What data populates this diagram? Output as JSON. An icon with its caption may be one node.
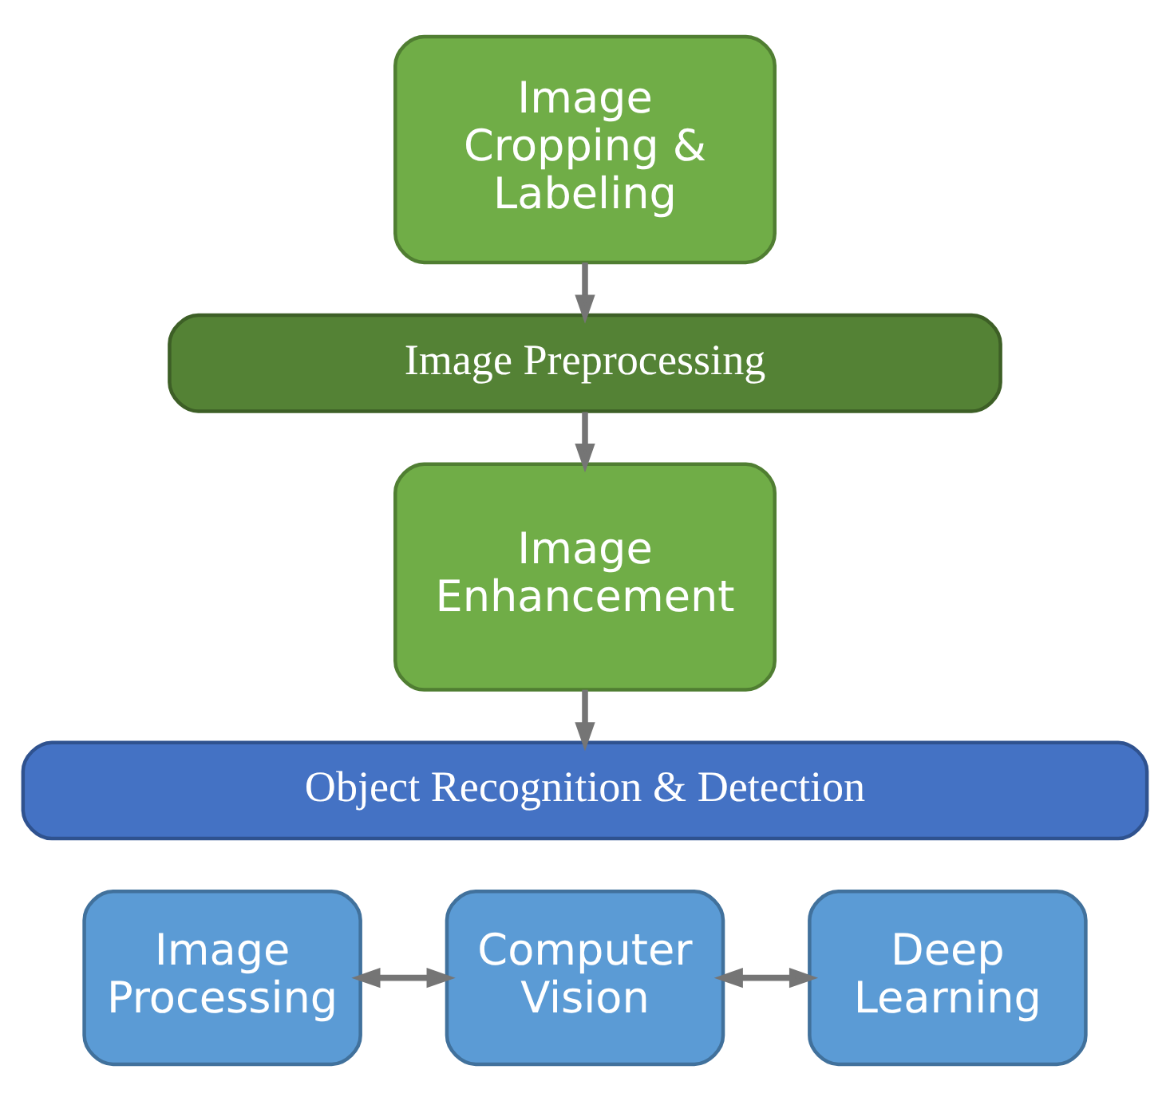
{
  "diagram": {
    "nodes": [
      {
        "text": [
          "Image Cropping & Labeling"
        ]
      },
      {
        "text": [
          "Image Preprocessing"
        ]
      },
      {
        "text": [
          "Image Enhancement"
        ]
      },
      {
        "text": [
          "Object Recognition & Detection"
        ]
      },
      {
        "text": [
          "Image Processing"
        ]
      },
      {
        "text": [
          "Computer Vision"
        ]
      },
      {
        "text": [
          "Deep Learning"
        ]
      }
    ],
    "edges": [
      {
        "from": 0,
        "to": 1,
        "arrow": "to"
      },
      {
        "from": 1,
        "to": 2,
        "arrow": "to"
      },
      {
        "from": 2,
        "to": 3,
        "arrow": "to"
      },
      {
        "from": 4,
        "to": 5,
        "arrow": "both"
      },
      {
        "from": 5,
        "to": 6,
        "arrow": "both"
      }
    ]
  }
}
